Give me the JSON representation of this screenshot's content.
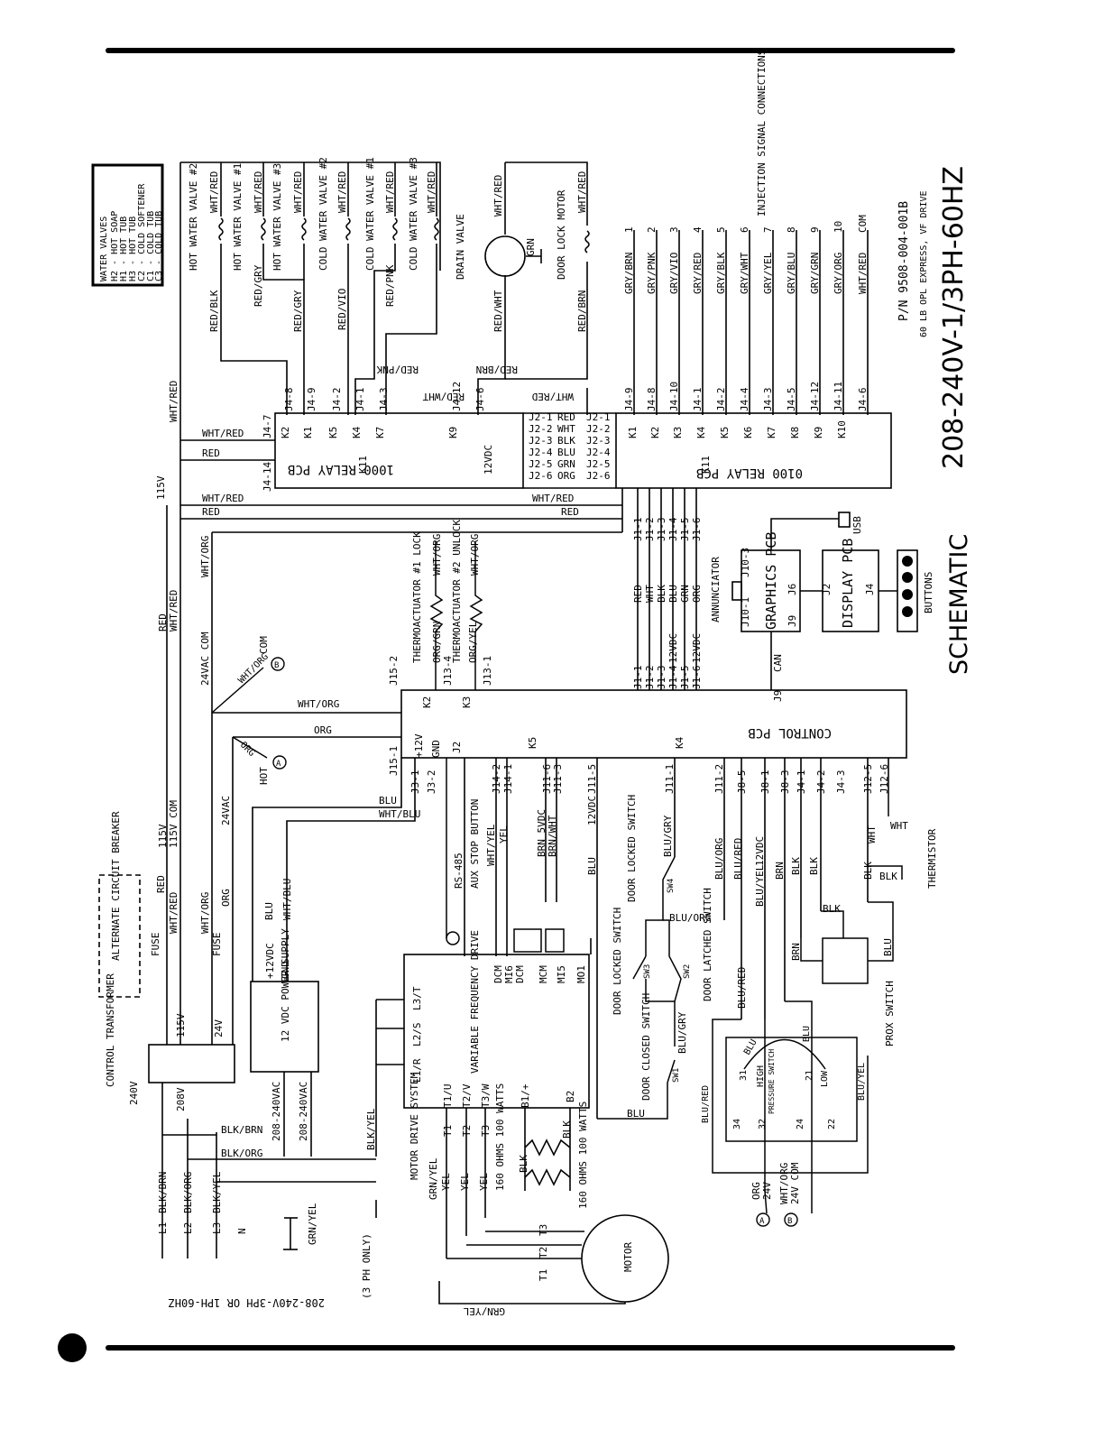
{
  "title": "208-240V-1/3PH-60HZ",
  "heading": "SCHEMATIC",
  "part_number": "P/N 9508-004-001B",
  "subtitle": "60 LB OPL EXPRESS, VF DRIVE",
  "footer_note": "208-240V-3PH OR 1PH-60HZ",
  "legend": {
    "title": "WATER VALVES",
    "items": [
      "H2 - HOT SOAP",
      "H1 - HOT TUB",
      "H3 - HOT TUB",
      "C2 - COLD SOFTENER",
      "C1 - COLD TUB",
      "C3 - COLD TUB"
    ]
  },
  "valves": [
    {
      "name": "HOT WATER VALVE #2",
      "wire_in": "RED/BLK",
      "wire_out": "WHT/RED"
    },
    {
      "name": "HOT WATER VALVE #1",
      "wire_in": "RED/GRY",
      "wire_out": "WHT/RED"
    },
    {
      "name": "HOT WATER VALVE #3",
      "wire_in": "RED/GRY",
      "wire_out": "WHT/RED"
    },
    {
      "name": "COLD WATER VALVE #2",
      "wire_in": "RED/VIO",
      "wire_out": "WHT/RED"
    },
    {
      "name": "COLD WATER VALVE #1",
      "wire_in": "RED/PNK",
      "wire_out": "WHT/RED"
    },
    {
      "name": "COLD WATER VALVE #3",
      "wire_in": "RED/WHT",
      "wire_out": "WHT/RED"
    }
  ],
  "drain_valve": "DRAIN VALVE",
  "door_lock_motor": "DOOR LOCK MOTOR",
  "injection": {
    "title": "INJECTION SIGNAL CONNECTIONS",
    "wires": [
      {
        "color": "GRY/BRN",
        "num": "1",
        "pin": "J4-9"
      },
      {
        "color": "GRY/PNK",
        "num": "2",
        "pin": "J4-8"
      },
      {
        "color": "GRY/VIO",
        "num": "3",
        "pin": "J4-10"
      },
      {
        "color": "GRY/RED",
        "num": "4",
        "pin": "J4-1"
      },
      {
        "color": "GRY/BLK",
        "num": "5",
        "pin": "J4-2"
      },
      {
        "color": "GRY/WHT",
        "num": "6",
        "pin": "J4-4"
      },
      {
        "color": "GRY/YEL",
        "num": "7",
        "pin": "J4-3"
      },
      {
        "color": "GRY/BLU",
        "num": "8",
        "pin": "J4-5"
      },
      {
        "color": "GRY/GRN",
        "num": "9",
        "pin": "J4-12"
      },
      {
        "color": "GRY/ORG",
        "num": "10",
        "pin": "J4-11"
      },
      {
        "color": "WHT/RED",
        "num": "COM",
        "pin": "J4-6"
      }
    ]
  },
  "relay_pcb_1000": {
    "label": "1000 RELAY PCB",
    "pins": [
      "J4-8",
      "J4-9",
      "J4-2",
      "J4-1",
      "J4-3",
      "J4-12",
      "J4-6"
    ],
    "relays": [
      "K2",
      "K1",
      "K5",
      "K4",
      "K7",
      "K9"
    ],
    "coil": "K11",
    "j4_7": "J4-7",
    "j4_14": "J4-14",
    "vdc": "12VDC"
  },
  "relay_pcb_0100": {
    "label": "0100 RELAY PCB",
    "relays": [
      "K1",
      "K2",
      "K3",
      "K4",
      "K5",
      "K6",
      "K7",
      "K8",
      "K9",
      "K10"
    ],
    "coil": "K11"
  },
  "j2_bus": [
    {
      "left": "J2-1",
      "color": "RED",
      "right": "J2-1"
    },
    {
      "left": "J2-2",
      "color": "WHT",
      "right": "J2-2"
    },
    {
      "left": "J2-3",
      "color": "BLK",
      "right": "J2-3"
    },
    {
      "left": "J2-4",
      "color": "BLU",
      "right": "J2-4"
    },
    {
      "left": "J2-5",
      "color": "GRN",
      "right": "J2-5"
    },
    {
      "left": "J2-6",
      "color": "ORG",
      "right": "J2-6"
    }
  ],
  "j1_bus": [
    {
      "pin": "J1-1",
      "color": "RED"
    },
    {
      "pin": "J1-2",
      "color": "WHT"
    },
    {
      "pin": "J1-3",
      "color": "BLK"
    },
    {
      "pin": "J1-4",
      "color": "BLU"
    },
    {
      "pin": "J1-5",
      "color": "GRN"
    },
    {
      "pin": "J1-6",
      "color": "ORG"
    }
  ],
  "wire_labels": {
    "wht_red": "WHT/RED",
    "red": "RED",
    "red_brn": "RED/BRN",
    "red_pnk": "RED/PNK",
    "red_wht": "RED/WHT",
    "red_blk": "RED/BLK",
    "v115": "115V",
    "v115com": "115V COM",
    "wht_org": "WHT/ORG",
    "vac24com": "24VAC COM",
    "vac24": "24VAC",
    "org": "ORG",
    "blu": "BLU",
    "wht_blu": "WHT/BLU",
    "grn": "GRN",
    "vdc12": "12VDC",
    "can": "CAN",
    "com": "COM",
    "hot": "HOT"
  },
  "graphics_pcb": {
    "label": "GRAPHICS PCB",
    "pins": [
      "J10-1",
      "J10-3",
      "J9",
      "J6"
    ]
  },
  "display_pcb": {
    "label": "DISPLAY PCB",
    "pins": [
      "J2",
      "J4"
    ]
  },
  "usb": "USB",
  "buttons": "BUTTONS",
  "annunciator": "ANNUNCIATOR",
  "control_pcb": {
    "label": "CONTROL PCB",
    "j9": "J9",
    "relays": [
      "K2",
      "K3",
      "K5",
      "K4"
    ]
  },
  "thermoactuators": [
    {
      "name": "THERMOACTUATOR #1 LOCK",
      "wire": "ORG/GRN",
      "pin": "J13-4",
      "out": "WHT/ORG"
    },
    {
      "name": "THERMOACTUATOR #2 UNLOCK",
      "wire": "ORG/YEL",
      "pin": "J13-1",
      "out": "WHT/ORG"
    }
  ],
  "control_pins": [
    "J15-2",
    "J15-1",
    "J3-1",
    "J3-2",
    "J2",
    "J14-2",
    "J14-1",
    "J11-6",
    "J11-3",
    "J11-5",
    "J11-1",
    "J11-2",
    "J8-5",
    "J8-1",
    "J8-3",
    "J4-1",
    "J4-2",
    "J4-3",
    "J12-5",
    "J12-6"
  ],
  "power_pins": {
    "p12v": "+12V",
    "gnd": "GND"
  },
  "lower_wires": [
    "BLU/GRY",
    "BLU/ORG",
    "BLU/RED",
    "12VDC",
    "BLU/YEL",
    "BRN",
    "BLK",
    "BLK",
    "WHT"
  ],
  "rs485": "RS-485",
  "aux_stop": "AUX STOP BUTTON",
  "aux_wires": [
    "WHT/YEL",
    "YEL",
    "BRN 5VDC",
    "BRN/WHT"
  ],
  "switches": [
    {
      "name": "DOOR LOCKED SWITCH",
      "id": "SW4"
    },
    {
      "name": "DOOR LOCKED SWITCH",
      "id": "SW3"
    },
    {
      "name": "DOOR LATCHED SWITCH",
      "id": "SW2"
    },
    {
      "name": "DOOR CLOSED SWITCH",
      "id": "SW1"
    }
  ],
  "thermistor": "THERMISTOR",
  "prox_switch": "PROX SWITCH",
  "pressure_switch": {
    "label": "PRESSURE SWITCH",
    "high": "HIGH",
    "low": "LOW",
    "terminals": [
      "31",
      "32",
      "34",
      "24",
      "21",
      "22"
    ]
  },
  "pressure_wires": [
    "BLU/RED",
    "BLU/YEL",
    "BLU"
  ],
  "ab_refs": [
    {
      "ref": "A",
      "wire": "ORG",
      "volt": "24V"
    },
    {
      "ref": "B",
      "wire": "WHT/ORG",
      "volt": "24V COM"
    }
  ],
  "vfd": {
    "label": "VARIABLE FREQUENCY DRIVE",
    "terminals_top": [
      "DCM",
      "MI6",
      "DCM",
      "MCM",
      "MI5",
      "MO1"
    ],
    "terminals_in": [
      "L1/R",
      "L2/S",
      "L3/T"
    ],
    "terminals_out": [
      "T1/U",
      "T2/V",
      "T3/W",
      "B1/+",
      "B2"
    ]
  },
  "resistors": [
    "160 OHMS 100 WATTS",
    "160 OHMS 100 WATTS"
  ],
  "motor": {
    "label": "MOTOR",
    "terminals": [
      "T1",
      "T2",
      "T3"
    ]
  },
  "motor_drive": "MOTOR DRIVE SYSTEM",
  "three_ph_only": "(3 PH ONLY)",
  "power_supply": "12 VDC POWER SUPPLY",
  "psu_pins": [
    "+12VDC",
    "GND"
  ],
  "transformer": {
    "label": "CONTROL TRANSFORMER",
    "v240": "240V",
    "v208": "208V",
    "v115": "115V",
    "v24": "24V"
  },
  "fuses": [
    "FUSE",
    "FUSE"
  ],
  "breaker": "ALTERNATE CIRCUIT BREAKER",
  "supply": [
    {
      "line": "L1",
      "wire": "BLK/BRN"
    },
    {
      "line": "L2",
      "wire": "BLK/ORG"
    },
    {
      "line": "L3",
      "wire": "BLK/YEL"
    },
    {
      "line": "N",
      "wire": ""
    }
  ],
  "ground": "GRN/YEL",
  "vfd_feed": [
    "BLK/BRN",
    "BLK/ORG",
    "BLK/YEL",
    "208-240VAC",
    "208-240VAC"
  ],
  "motor_wires": [
    "GRN/YEL",
    "YEL",
    "YEL",
    "YEL",
    "BLK",
    "BLK"
  ]
}
